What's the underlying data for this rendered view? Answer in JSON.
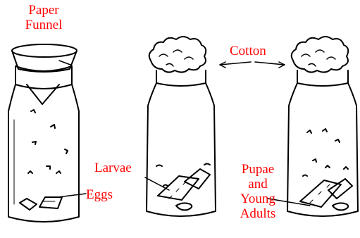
{
  "labels": {
    "paper_funnel_line1": "Paper",
    "paper_funnel_line2": "Funnel",
    "cotton": "Cotton",
    "larvae": "Larvae",
    "eggs": "Eggs",
    "pupae_line1": "Pupae",
    "pupae_line2": "and",
    "pupae_line3": "Young",
    "pupae_line4": "Adults"
  },
  "colors": {
    "label": "#ff0000",
    "ink": "#000000",
    "background": "#ffffff"
  }
}
